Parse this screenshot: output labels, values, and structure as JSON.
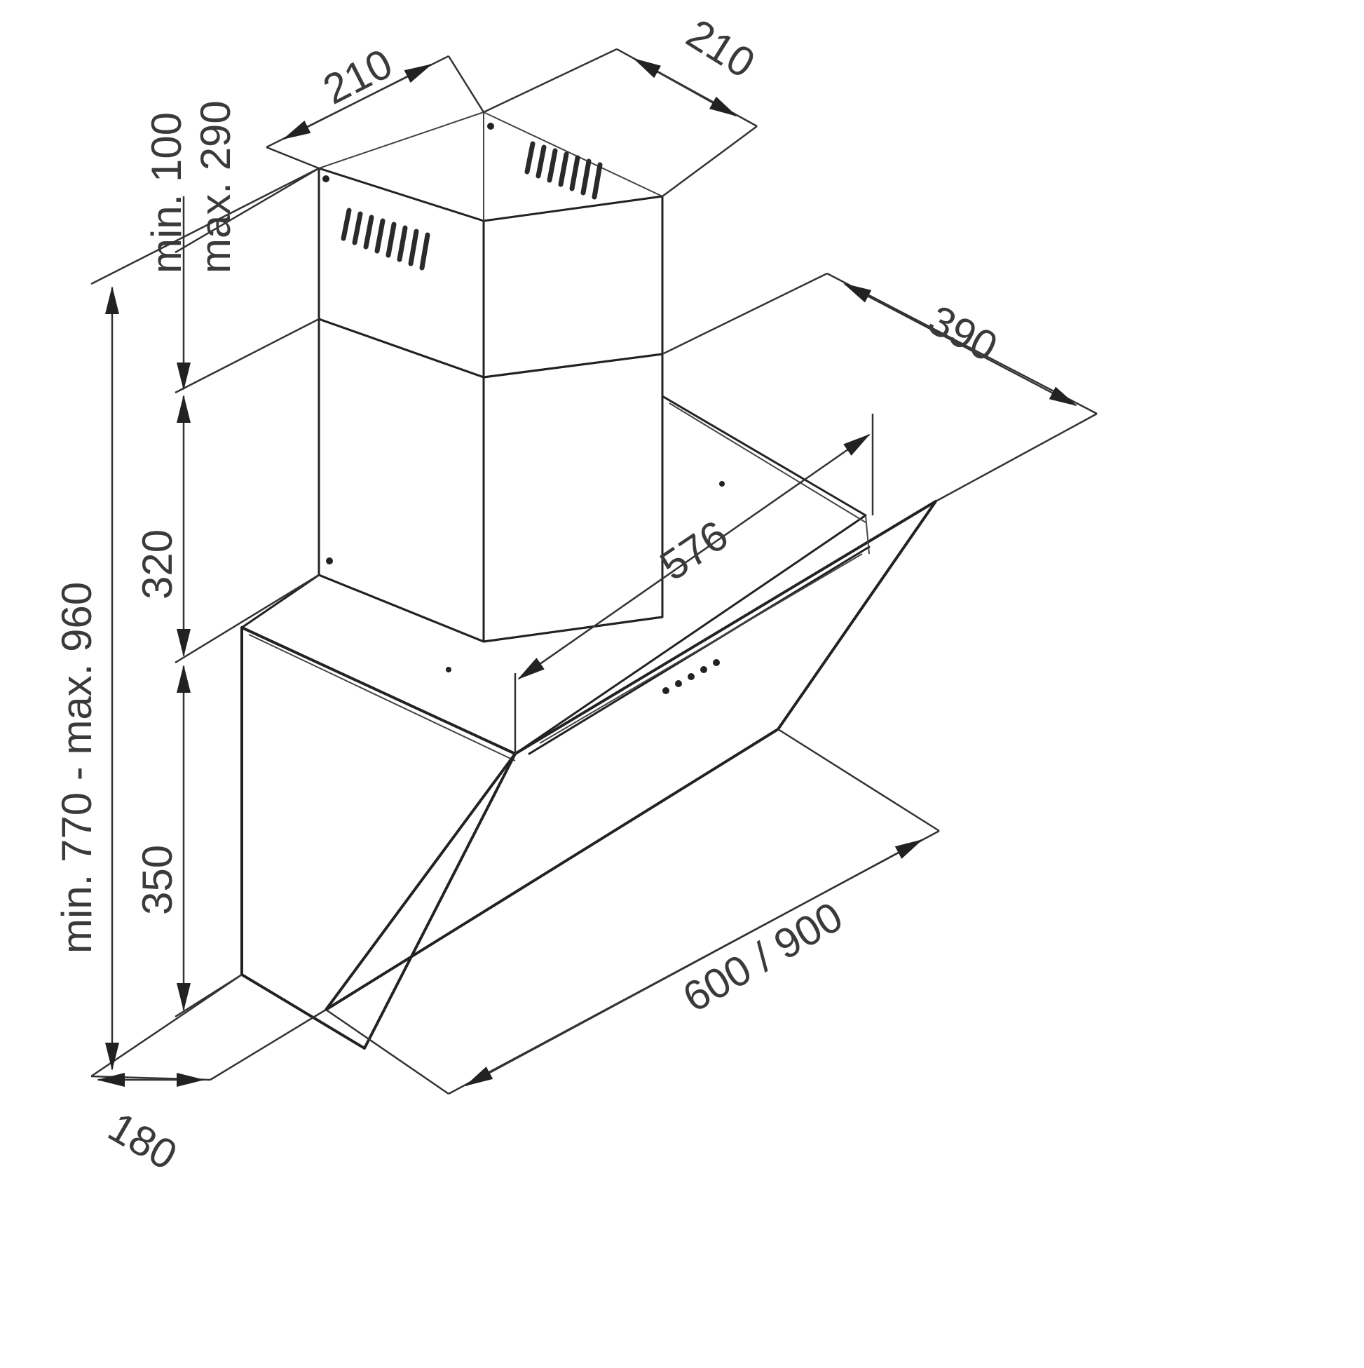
{
  "diagram": {
    "colors": {
      "line": "#222222",
      "text": "#3a3a3a",
      "background": "#ffffff"
    },
    "dimensions": {
      "top_left_width": "210",
      "top_right_depth": "210",
      "chimney_upper": "min. 100",
      "chimney_upper_max": "max. 290",
      "total_height": "min. 770 - max. 960",
      "chimney_lower": "320",
      "body_height": "350",
      "depth": "390",
      "inner_width": "576",
      "bottom_depth": "180",
      "width": "600 / 900"
    }
  }
}
